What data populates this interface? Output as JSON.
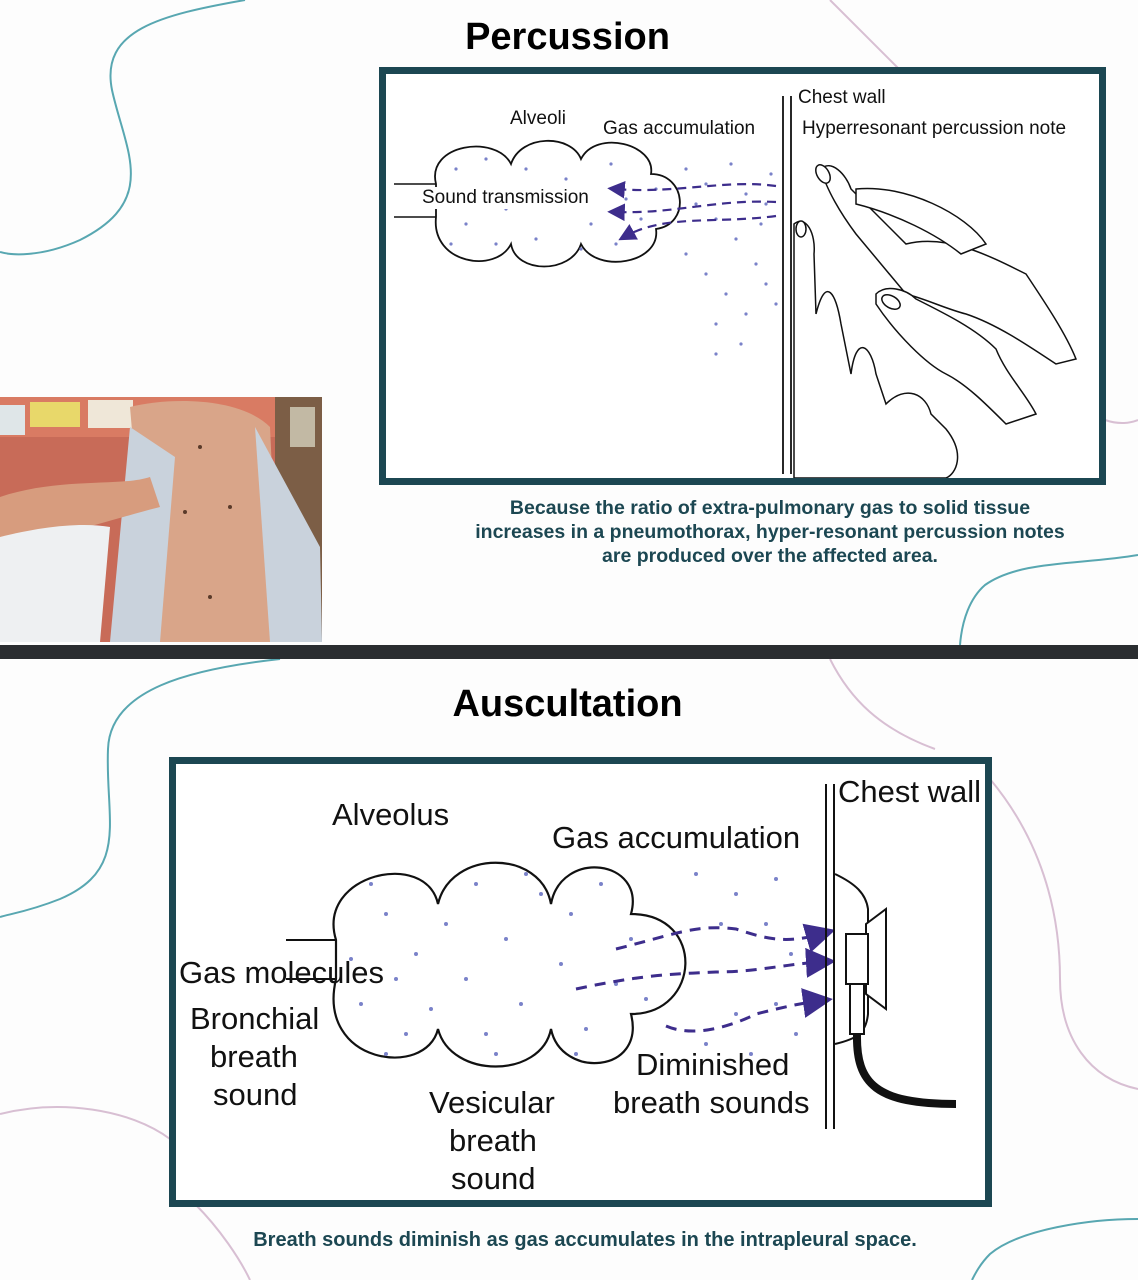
{
  "percussion": {
    "title": "Percussion",
    "labels": {
      "alveoli": "Alveoli",
      "gas_accumulation": "Gas accumulation",
      "chest_wall": "Chest wall",
      "hyperresonant": "Hyperresonant percussion note",
      "sound_transmission": "Sound transmission"
    },
    "caption": "Because the ratio of extra-pulmonary gas to solid tissue increases in a pneumothorax, hyper-resonant percussion notes are produced over the affected area."
  },
  "auscultation": {
    "title": "Auscultation",
    "labels": {
      "alveolus": "Alveolus",
      "gas_accumulation": "Gas accumulation",
      "chest_wall": "Chest wall",
      "gas_molecules": "Gas molecules",
      "bronchial_l1": "Bronchial",
      "bronchial_l2": "breath",
      "bronchial_l3": "sound",
      "vesicular_l1": "Vesicular",
      "vesicular_l2": "breath",
      "vesicular_l3": "sound",
      "diminished_l1": "Diminished",
      "diminished_l2": "breath sounds"
    },
    "caption": "Breath sounds diminish as gas accumulates in the intrapleural space."
  },
  "colors": {
    "frame": "#1c4752",
    "caption": "#1c4752",
    "arrow": "#3d2d8c",
    "dots": "#7a82c9",
    "deco_teal": "#58a7b1",
    "deco_pink": "#d8bfd3"
  },
  "icons": {
    "hands": "percussing-hands-icon",
    "stethoscope": "stethoscope-icon"
  }
}
